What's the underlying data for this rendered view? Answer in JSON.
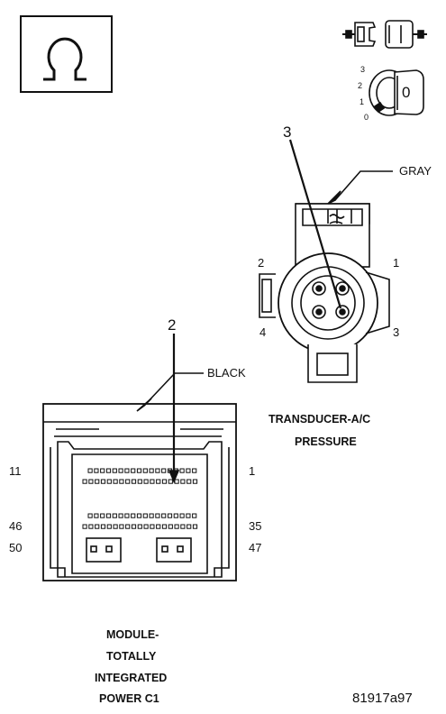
{
  "connector_a": {
    "color_label": "GRAY",
    "pin_labels": [
      "1",
      "2",
      "3",
      "4"
    ],
    "callout_pin": "3",
    "title_lines": [
      "TRANSDUCER-A/C",
      "PRESSURE"
    ]
  },
  "connector_b": {
    "color_label": "BLACK",
    "pin_labels": [
      "11",
      "1",
      "46",
      "35",
      "50",
      "47"
    ],
    "callout_pin": "2",
    "title_lines": [
      "MODULE-",
      "TOTALLY",
      "INTEGRATED",
      "POWER C1"
    ]
  },
  "ignition_switch": {
    "positions": [
      "3",
      "2",
      "1",
      "0"
    ],
    "key_position": "0"
  },
  "figure_id": "81917a97",
  "icons": [
    "ohmmeter-icon",
    "disconnected-connector-icon",
    "ignition-key-icon"
  ]
}
